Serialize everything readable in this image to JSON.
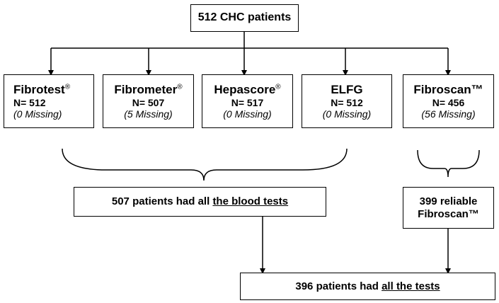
{
  "top": {
    "text": "512 CHC patients"
  },
  "tests": [
    {
      "name": "Fibrotest",
      "mark": "®",
      "n": "N= 512",
      "missing": "(0 Missing)"
    },
    {
      "name": "Fibrometer",
      "mark": "®",
      "n": "N= 507",
      "missing": "(5 Missing)"
    },
    {
      "name": "Hepascore",
      "mark": "®",
      "n": "N= 517",
      "missing": "(0 Missing)"
    },
    {
      "name": "ELFG",
      "mark": "",
      "n": "N= 512",
      "missing": "(0 Missing)"
    },
    {
      "name": "Fibroscan™",
      "mark": "",
      "n": "N= 456",
      "missing": "(56 Missing)"
    }
  ],
  "blood": {
    "pre": "507 patients had all ",
    "u": "the blood tests"
  },
  "reliable": {
    "line1": "399 reliable",
    "line2": "Fibroscan™"
  },
  "final": {
    "pre": "396 patients had ",
    "u": "all the tests"
  }
}
